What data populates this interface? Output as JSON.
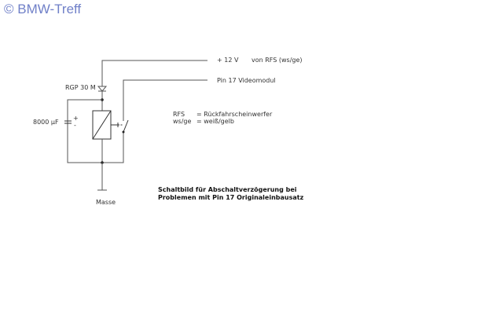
{
  "watermark": "© BMW-Treff",
  "labels": {
    "plus12v": "+ 12 V",
    "von_rfs": "von RFS (ws/ge)",
    "pin17": "Pin 17 Videomodul",
    "diode": "RGP 30 M",
    "capacitor": "8000 µF",
    "cap_plus": "+",
    "cap_minus": "-",
    "ground": "Masse"
  },
  "legend": [
    {
      "abbr": "RFS",
      "def": "= Rückfahrscheinwerfer"
    },
    {
      "abbr": "ws/ge",
      "def": "= weiß/gelb"
    }
  ],
  "caption": [
    "Schaltbild für Abschaltverzögerung bei",
    "Problemen mit Pin 17 Originaleinbausatz"
  ]
}
